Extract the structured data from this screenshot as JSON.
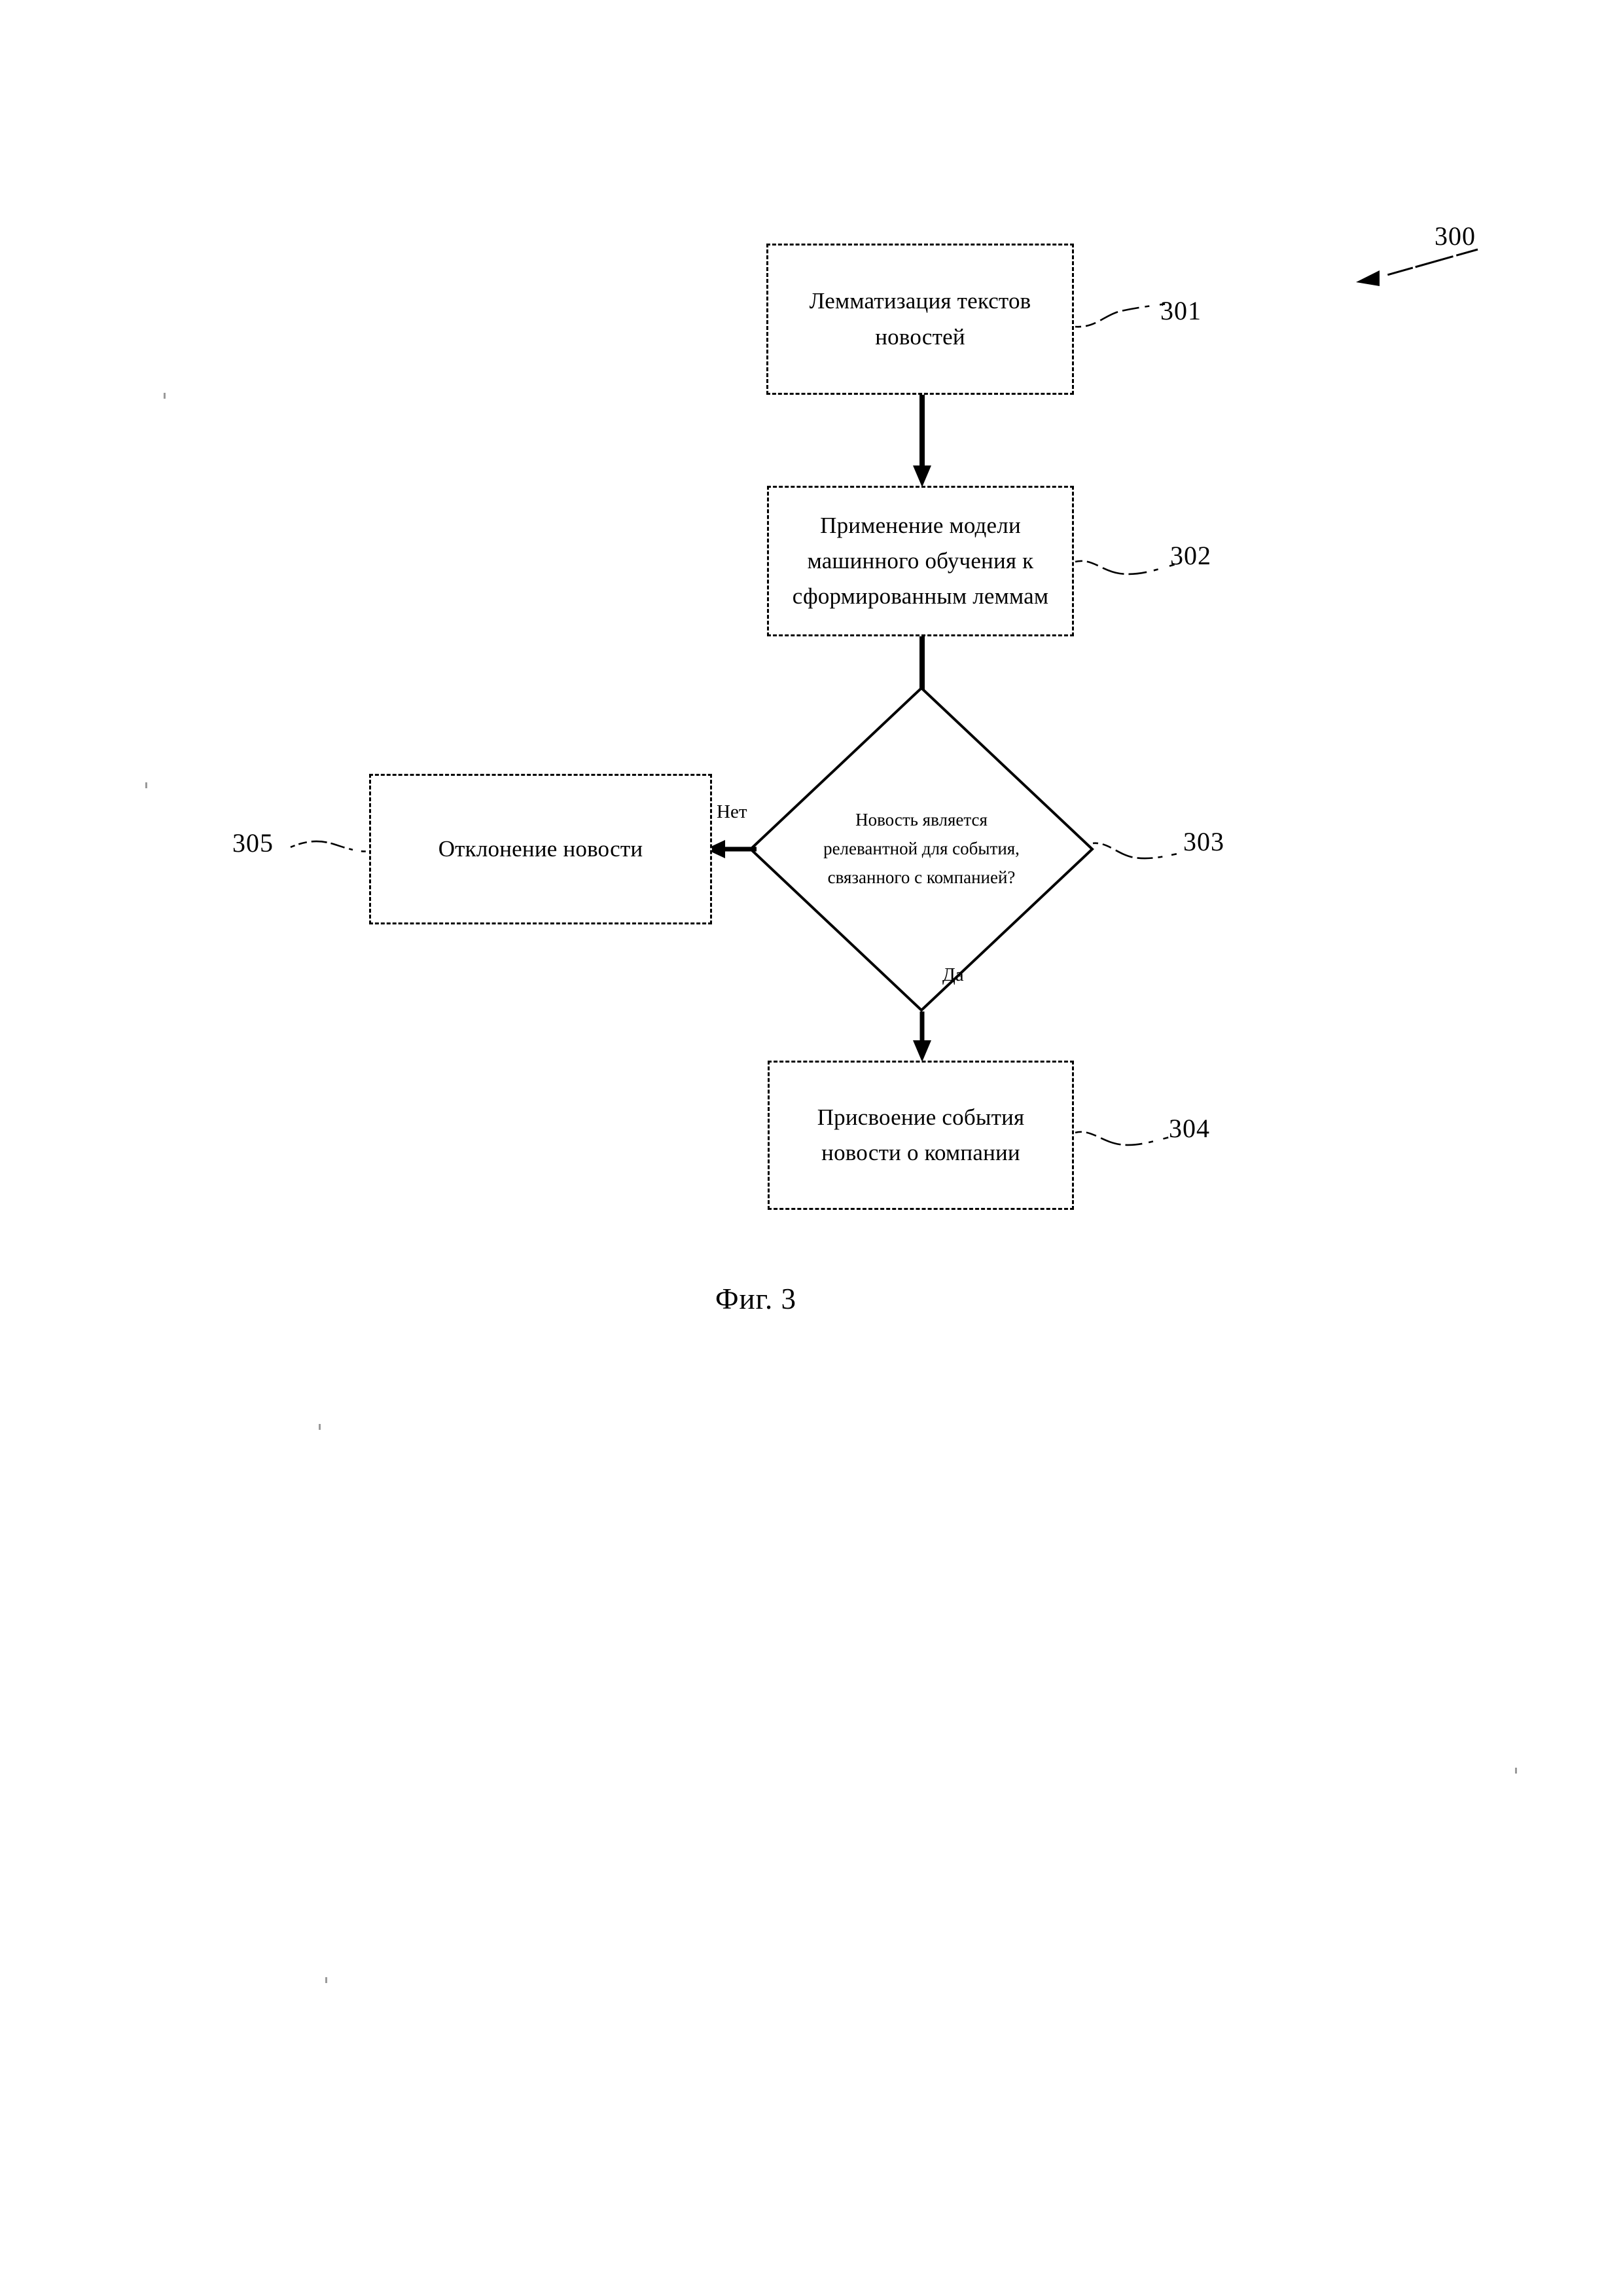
{
  "figure": {
    "caption": "Фиг. 3",
    "overall_ref": "300"
  },
  "nodes": [
    {
      "id": "301",
      "ref": "301",
      "type": "process",
      "text": "Лемматизация текстов\nновостей"
    },
    {
      "id": "302",
      "ref": "302",
      "type": "process",
      "text": "Применение модели\nмашинного обучения к\nсформированным леммам"
    },
    {
      "id": "303",
      "ref": "303",
      "type": "decision",
      "text": "Новость является\nрелевантной для события,\nсвязанного с компанией?"
    },
    {
      "id": "304",
      "ref": "304",
      "type": "process",
      "text": "Присвоение события\nновости о компании"
    },
    {
      "id": "305",
      "ref": "305",
      "type": "process",
      "text": "Отклонение новости"
    }
  ],
  "edges": [
    {
      "from": "301",
      "to": "302",
      "label": ""
    },
    {
      "from": "302",
      "to": "303",
      "label": ""
    },
    {
      "from": "303",
      "to": "305",
      "label": "Нет"
    },
    {
      "from": "303",
      "to": "304",
      "label": "Да"
    }
  ]
}
